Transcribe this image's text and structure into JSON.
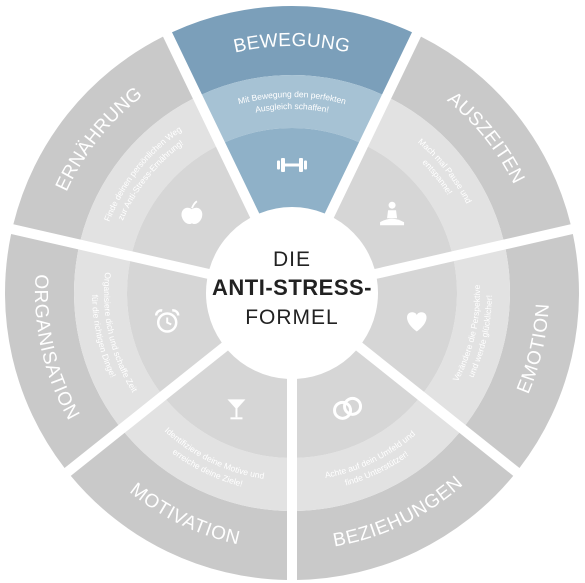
{
  "center": {
    "line1": "DIE",
    "line2": "ANTI-STRESS-",
    "line3": "FORMEL"
  },
  "segments": [
    {
      "key": "bewegung",
      "title": "BEWEGUNG",
      "desc": [
        "Mit Bewegung den perfekten",
        "Ausgleich schaffen!"
      ],
      "icon": "dumbbell-icon",
      "active": true
    },
    {
      "key": "auszeiten",
      "title": "AUSZEITEN",
      "desc": [
        "Mach mal Pause und",
        "entspanne!"
      ],
      "icon": "meditation-icon",
      "active": false
    },
    {
      "key": "emotion",
      "title": "EMOTION",
      "desc": [
        "Verändere die Perspektive",
        "und werde glücklicher!"
      ],
      "icon": "heart-icon",
      "active": false
    },
    {
      "key": "beziehungen",
      "title": "BEZIEHUNGEN",
      "desc": [
        "Achte auf dein Umfeld und",
        "finde Unterstützer!"
      ],
      "icon": "rings-icon",
      "active": false
    },
    {
      "key": "motivation",
      "title": "MOTIVATION",
      "desc": [
        "Identifiziere deine Motive und",
        "erreiche deine Ziele!"
      ],
      "icon": "cocktail-icon",
      "active": false
    },
    {
      "key": "organisation",
      "title": "ORGANISATION",
      "desc": [
        "Organisiere dich und schaffe Zeit",
        "für die richtigen Dinge!"
      ],
      "icon": "alarm-clock-icon",
      "active": false
    },
    {
      "key": "ernaehrung",
      "title": "ERNÄHRUNG",
      "desc": [
        "Finde deinen persönlichen Weg",
        "zur Anti-Stress-Ernährung!"
      ],
      "icon": "apple-icon",
      "active": false
    }
  ],
  "colors": {
    "active_outer": "#7b9fba",
    "active_mid": "#a6c2d4",
    "active_inner": "#8fb1c8",
    "inactive_outer": "#c9c9c9",
    "inactive_mid": "#e2e2e2",
    "inactive_inner": "#d6d6d6",
    "center_text": "#222222"
  }
}
